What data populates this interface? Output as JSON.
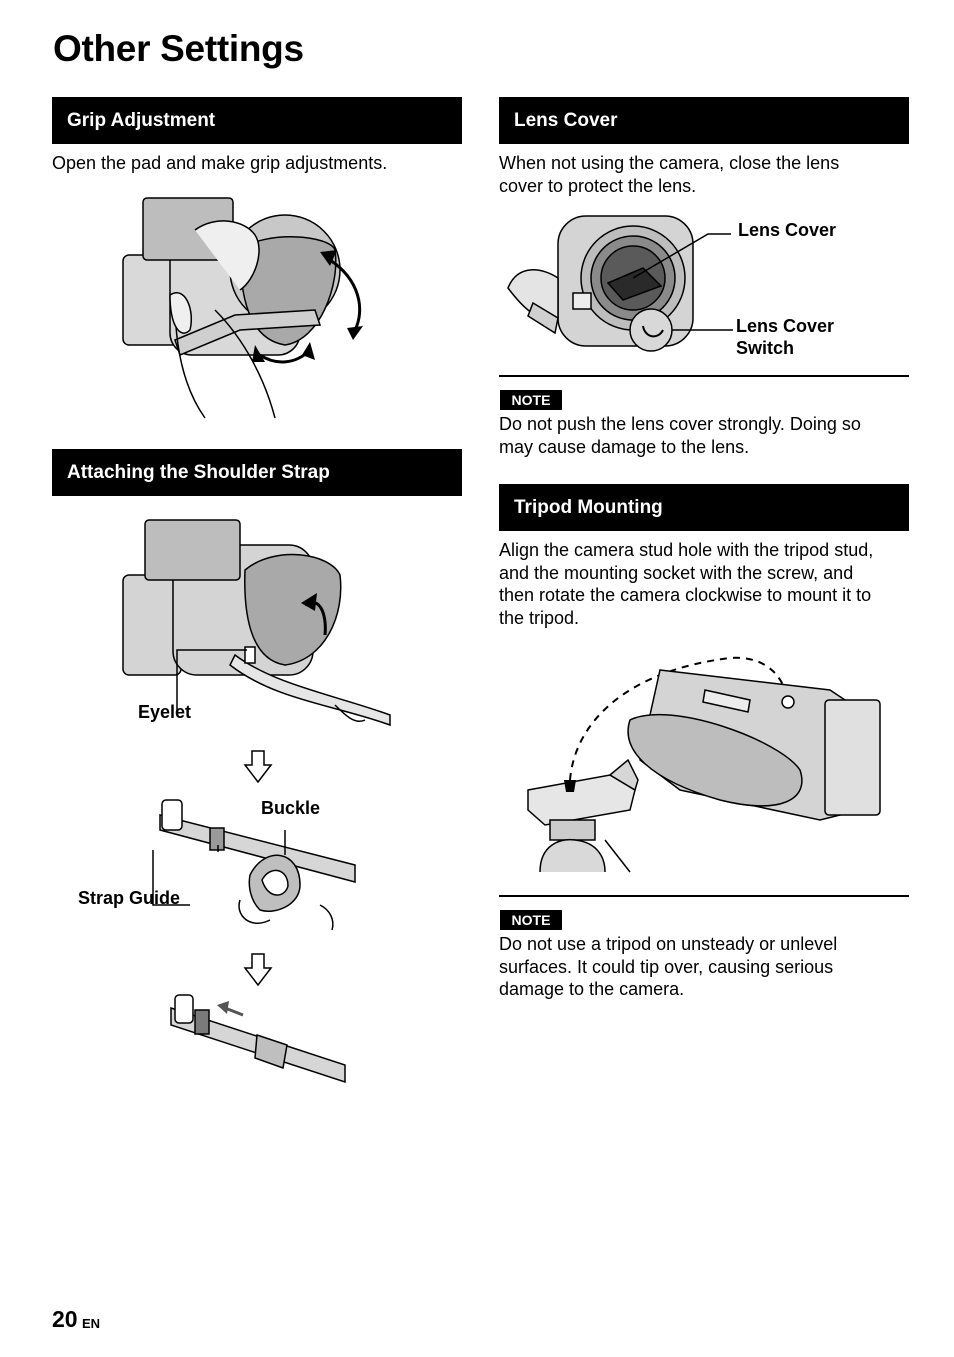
{
  "page": {
    "title": "Other Settings",
    "page_number": "20",
    "language": "EN"
  },
  "grip": {
    "heading": "Grip Adjustment",
    "body": "Open the pad and make grip adjustments."
  },
  "strap": {
    "heading": "Attaching the Shoulder Strap",
    "eyelet_label": "Eyelet",
    "buckle_label": "Buckle",
    "strap_guide_label": "Strap Guide"
  },
  "lens": {
    "heading": "Lens Cover",
    "body_line1": "When not using the camera, close the lens",
    "body_line2": "cover to protect the lens.",
    "lens_cover_label": "Lens Cover",
    "switch_label_line1": "Lens Cover",
    "switch_label_line2": "Switch",
    "note_label": "NOTE",
    "note_line1": "Do not push the lens cover strongly. Doing so",
    "note_line2": "may cause damage to the lens."
  },
  "tripod": {
    "heading": "Tripod Mounting",
    "body_line1": "Align the camera stud hole with the tripod stud,",
    "body_line2": "and the mounting socket with the screw, and",
    "body_line3": "then rotate the camera clockwise to mount it to",
    "body_line4": "the tripod.",
    "note_label": "NOTE",
    "note_line1": "Do not use a tripod on unsteady or unlevel",
    "note_line2": "surfaces. It could tip over, causing serious",
    "note_line3": "damage to the camera."
  }
}
